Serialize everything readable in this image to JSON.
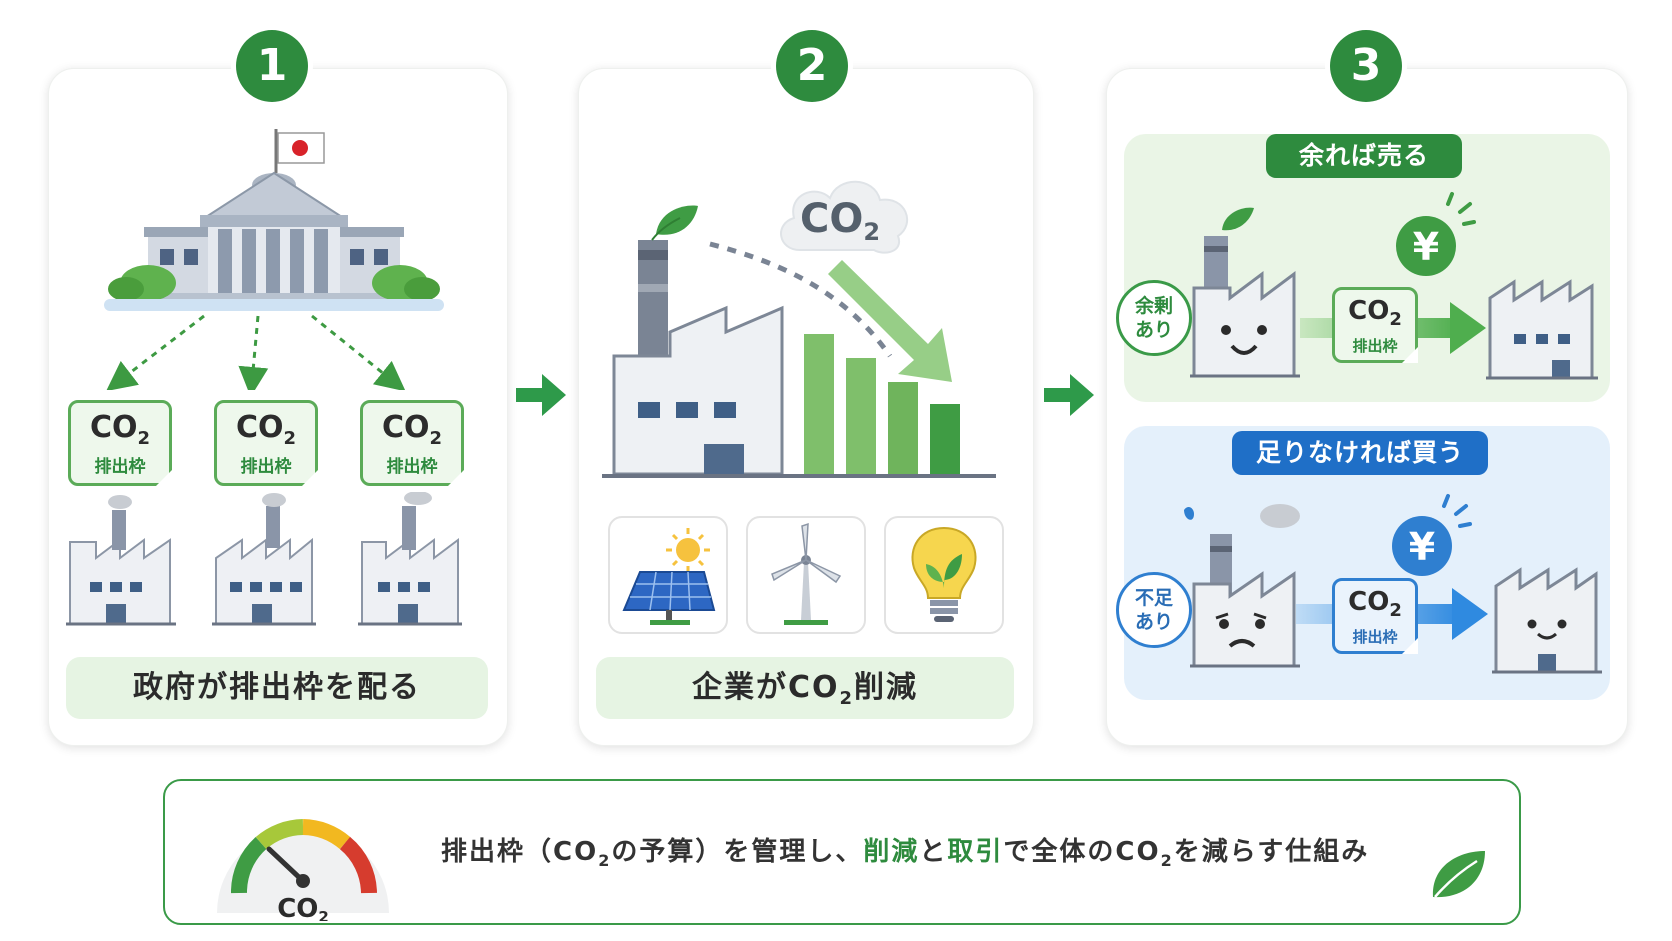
{
  "steps": [
    {
      "number": "1",
      "caption": "政府が排出枠を配る"
    },
    {
      "number": "2",
      "caption_prefix": "企業がCO",
      "caption_sub": "2",
      "caption_suffix": "削減"
    },
    {
      "number": "3"
    }
  ],
  "co2_card": {
    "prefix": "CO",
    "sub": "2",
    "label": "排出枠"
  },
  "cloud": {
    "prefix": "CO",
    "sub": "2"
  },
  "step3": {
    "sell": {
      "pill": "余れば売る",
      "tag_line1": "余剰",
      "tag_line2": "あり",
      "currency": "¥"
    },
    "buy": {
      "pill": "足りなければ買う",
      "tag_line1": "不足",
      "tag_line2": "あり",
      "currency": "¥"
    }
  },
  "footer": {
    "gauge_prefix": "CO",
    "gauge_sub": "2",
    "text_1": "排出枠（CO",
    "sub_1": "2",
    "text_2": "の予算）を管理し、",
    "highlight_1": "削減",
    "text_3": "と",
    "highlight_2": "取引",
    "text_4": "で全体のCO",
    "sub_2": "2",
    "text_5": "を減らす仕組み"
  },
  "colors": {
    "green_dark": "#2e8b3e",
    "green_light": "#e6f4e3",
    "blue": "#1f6fc7",
    "blue_light": "#e4f0fb",
    "gauge_red": "#d63c2e",
    "gauge_yellow": "#f2b820"
  }
}
